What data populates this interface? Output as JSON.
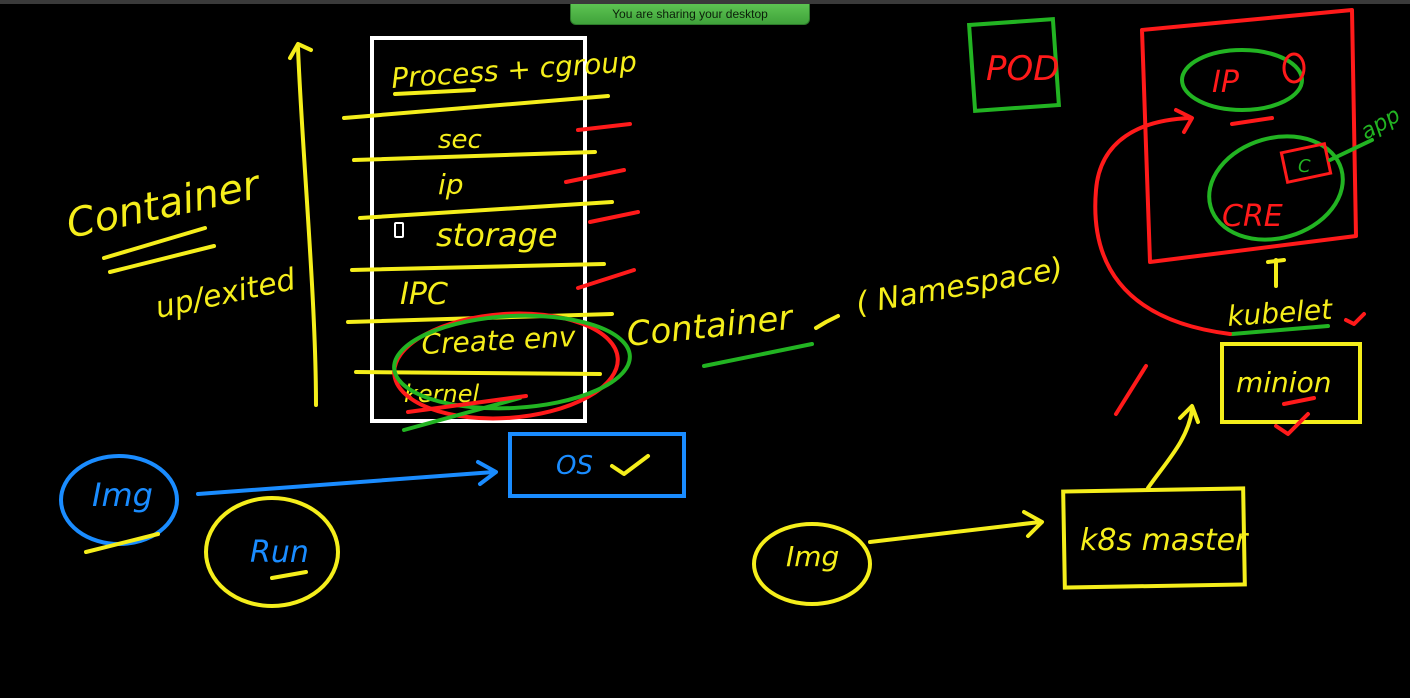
{
  "banner": {
    "text": "You are sharing your desktop"
  },
  "colors": {
    "yellow": "#f5ee1b",
    "red": "#ff1a1a",
    "green": "#22b422",
    "blue": "#1a8cff",
    "white": "#ffffff",
    "banner_green": "#4db846"
  },
  "notes": {
    "container_left": "Container",
    "up_exited": "up/exited",
    "process_cgroup": "Process + cgroup",
    "sec": "sec",
    "ip": "ip",
    "storage": "storage",
    "ipc": "IPC",
    "create_env": "Create env",
    "kernel": "kernel",
    "container_mid": "Container",
    "namespace": "( Namespace)",
    "os": "OS",
    "img_left": "Img",
    "run": "Run",
    "img_right": "Img",
    "k8s_master": "k8s master",
    "pod": "POD",
    "ip_right": "IP",
    "cre": "CRE",
    "app": "app",
    "c": "C",
    "kubelet": "kubelet",
    "minion": "minion"
  }
}
